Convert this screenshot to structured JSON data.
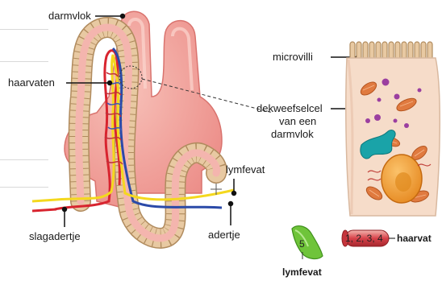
{
  "labels": {
    "darmvlok": "darmvlok",
    "haarvaten": "haarvaten",
    "slagadertje": "slagadertje",
    "adertje": "adertje",
    "lymfevat": "lymfevat",
    "microvilli": "microvilli",
    "dekweefselcel_line1": "dekweefselcel",
    "dekweefselcel_line2": "van een",
    "dekweefselcel_line3": "darmvlok"
  },
  "legend": {
    "lymfevat_number": "5",
    "lymfevat_label": "lymfevat",
    "haarvat_numbers": "1, 2, 3, 4",
    "haarvat_label": "haarvat"
  },
  "colors": {
    "villus_fill": "#f19c98",
    "villus_outline": "#d9736e",
    "cell_tan": "#e8c9a2",
    "cell_outline": "#b08b5e",
    "artery": "#d8242f",
    "vein": "#2b4aa8",
    "lymph": "#f4d81e",
    "cytoplasm": "#f6dcc9",
    "nucleus": "#f2a03c",
    "golgi": "#1aa3a8",
    "mito": "#e07a3f",
    "vesicle": "#9b3fa0",
    "legend_green": "#6fc43a"
  }
}
